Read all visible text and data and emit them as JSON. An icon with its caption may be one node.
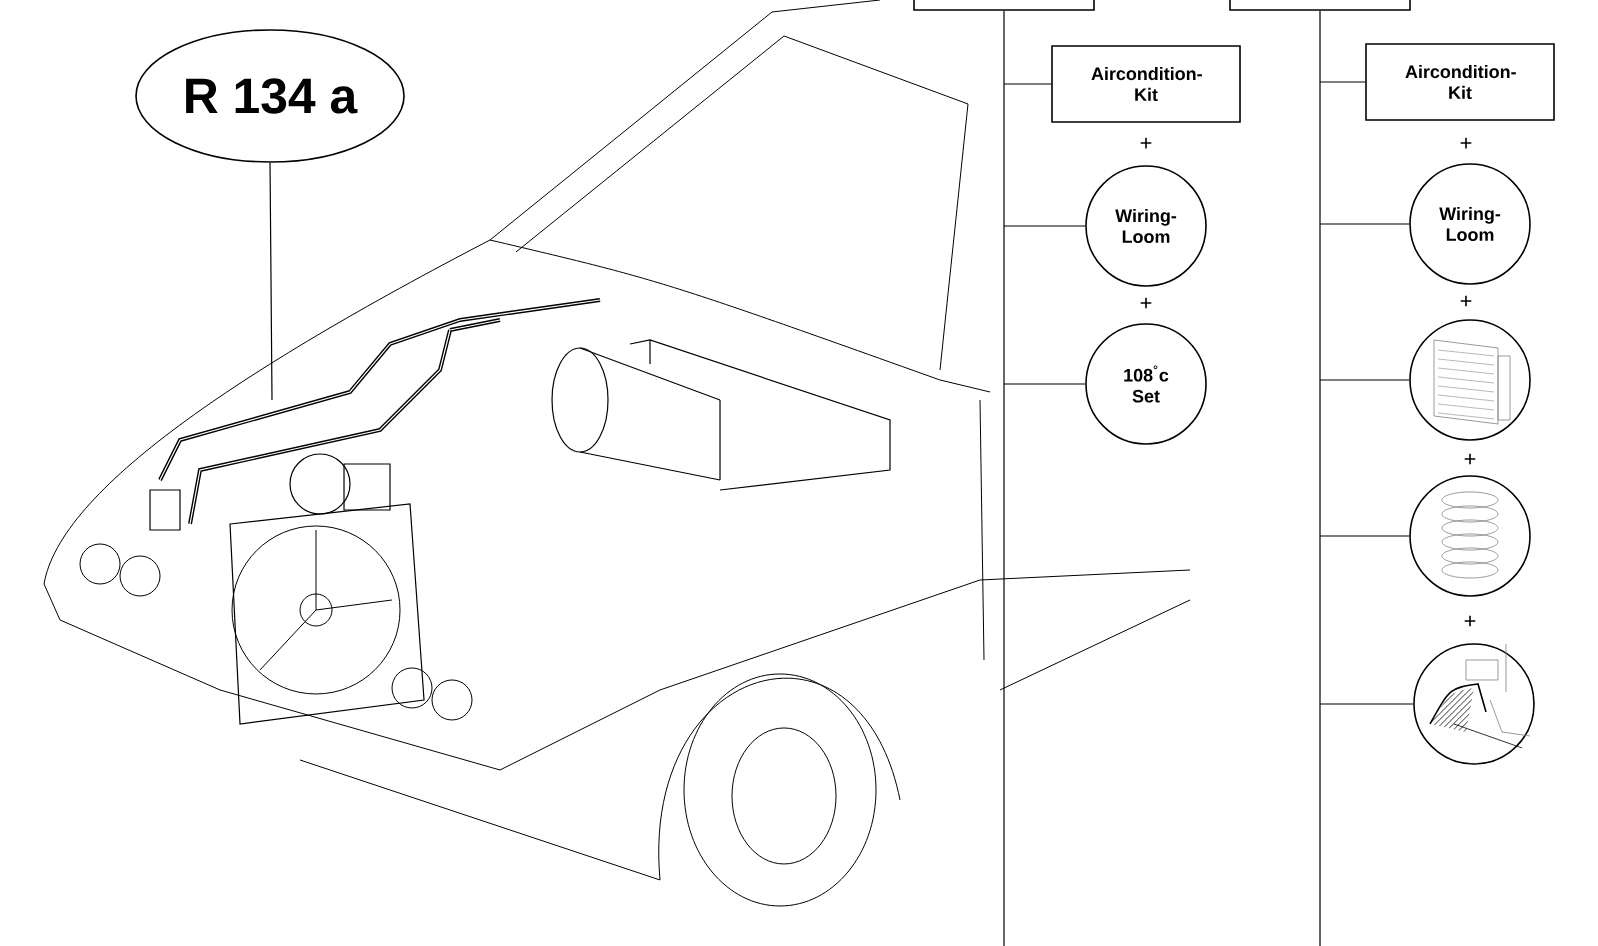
{
  "diagram": {
    "nodes": [
      {
        "text": [
          "R 134 a"
        ]
      },
      {
        "text": [],
        "shape": "box"
      },
      {
        "text": [],
        "shape": "box"
      },
      {
        "text": [
          "Aircondition-Kit"
        ]
      },
      {
        "text": [
          "Wiring-Loom"
        ]
      },
      {
        "text": [
          "108$^{°}$c Set"
        ]
      },
      {
        "text": [
          "Aircondition-Kit"
        ]
      },
      {
        "text": [
          "Wiring-Loom"
        ]
      },
      {
        "text": [],
        "shape": "picture"
      },
      {
        "text": [],
        "shape": "picture"
      },
      {
        "text": [],
        "shape": "picture"
      }
    ],
    "edges": [
      {
        "from": 0,
        "to": null,
        "arrow": "none"
      },
      {
        "from": 1,
        "to": 3,
        "arrow": "none"
      },
      {
        "from": 1,
        "to": 4,
        "arrow": "none"
      },
      {
        "from": 1,
        "to": 5,
        "arrow": "none"
      },
      {
        "from": 2,
        "to": 6,
        "arrow": "none"
      },
      {
        "from": 2,
        "to": 7,
        "arrow": "none"
      },
      {
        "from": 2,
        "to": 8,
        "arrow": "none"
      },
      {
        "from": 2,
        "to": 9,
        "arrow": "none"
      },
      {
        "from": 2,
        "to": 10,
        "arrow": "none"
      }
    ],
    "labels": [
      "+",
      "+",
      "+",
      "+",
      "+",
      "+"
    ]
  }
}
